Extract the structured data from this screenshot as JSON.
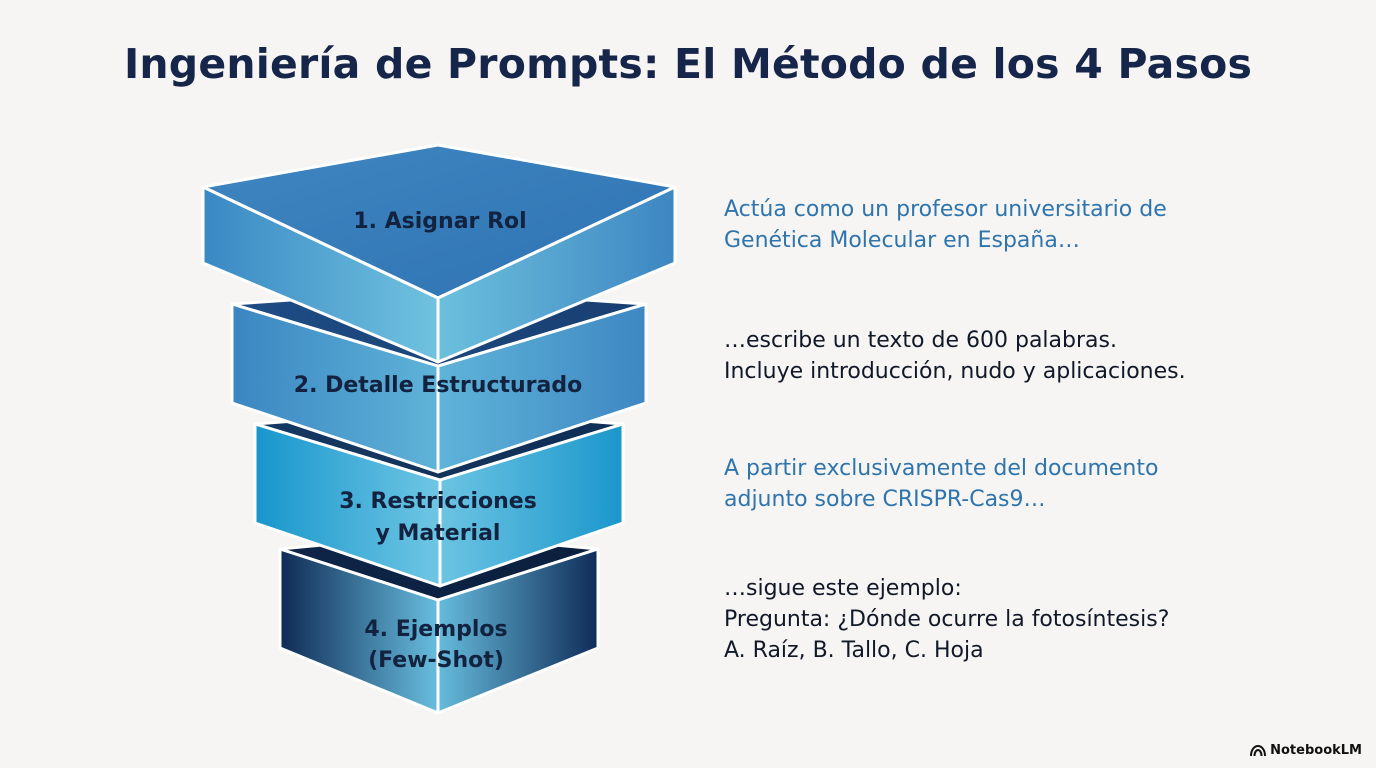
{
  "title": "Ingeniería de Prompts: El Método de los 4 Pasos",
  "steps": [
    {
      "label_lines": [
        "1. Asignar Rol"
      ],
      "description_lines": [
        "Actúa como un profesor universitario de",
        "Genética Molecular en España…"
      ]
    },
    {
      "label_lines": [
        "2. Detalle Estructurado"
      ],
      "description_lines": [
        "…escribe un texto de 600 palabras.",
        "Incluye introducción, nudo y aplicaciones."
      ]
    },
    {
      "label_lines": [
        "3. Restricciones",
        "y Material"
      ],
      "description_lines": [
        "A partir exclusivamente del documento",
        "adjunto sobre CRISPR-Cas9…"
      ]
    },
    {
      "label_lines": [
        "4. Ejemplos",
        "(Few-Shot)"
      ],
      "description_lines": [
        "…sigue este ejemplo:",
        "Pregunta: ¿Dónde ocurre la fotosíntesis?",
        "A. Raíz, B. Tallo, C. Hoja"
      ]
    }
  ],
  "brand": {
    "name": "NotebookLM",
    "icon": "notebooklm-logo-icon"
  },
  "colors": {
    "title": "#16254a",
    "description_blue": "#2e74ad",
    "description_dark": "#111827",
    "step1": "#3d8fc9",
    "step2": "#3b8ac4",
    "step3": "#1aa6d6",
    "step4": "#0f2f5e"
  }
}
